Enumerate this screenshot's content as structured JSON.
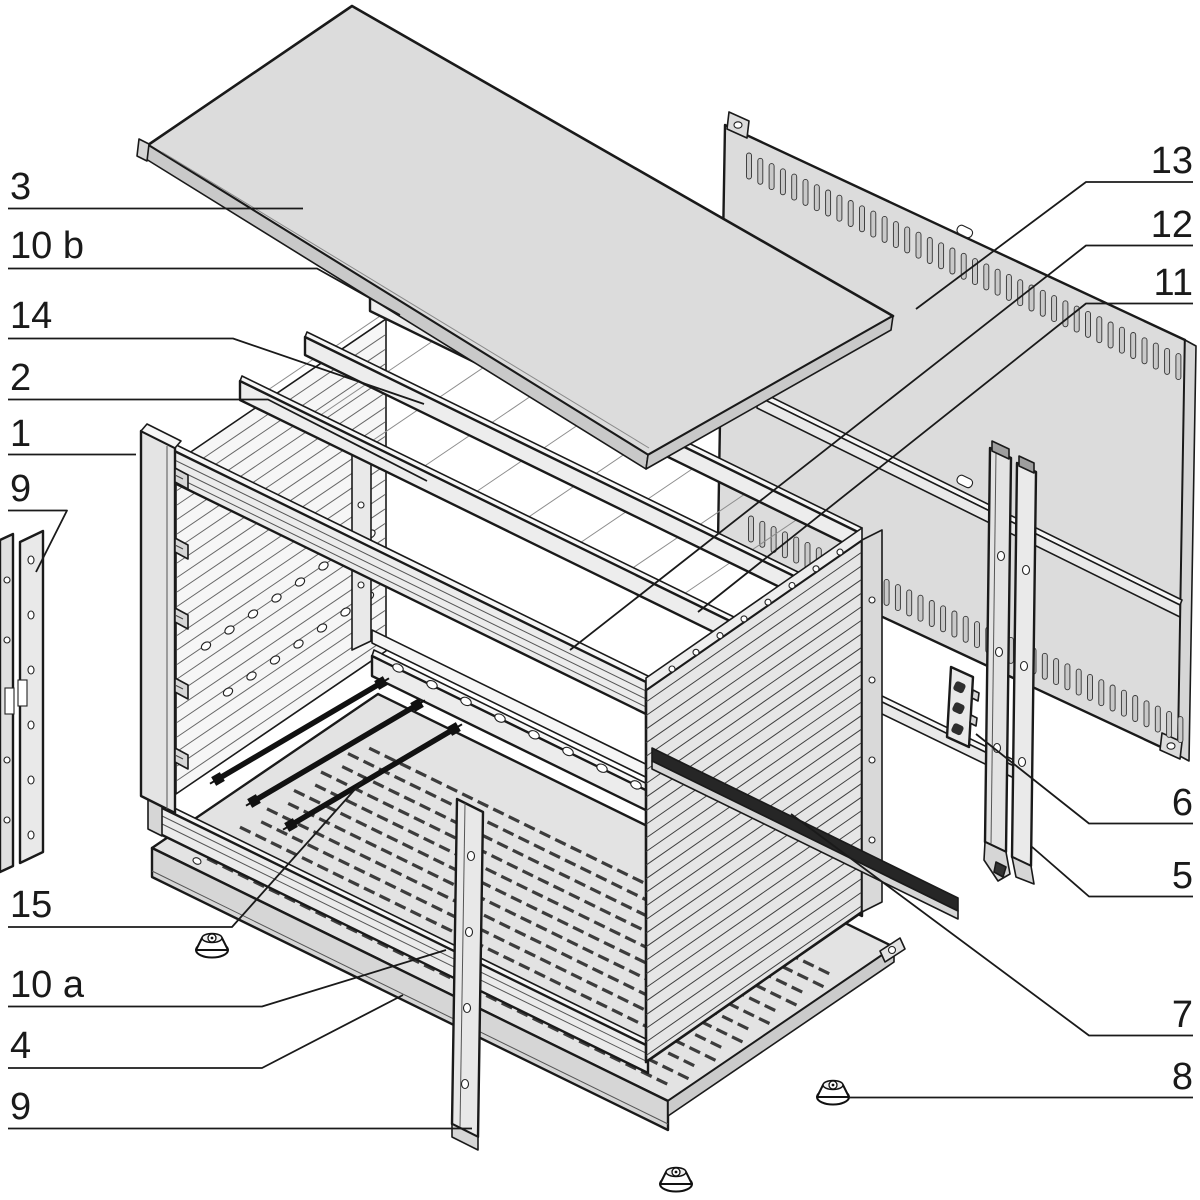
{
  "diagram": {
    "type": "exploded-parts-diagram",
    "colors": {
      "background": "#ffffff",
      "line": "#1a1a1a",
      "panel_fill": "#dcdcdc",
      "part_fill": "#e9e9e9",
      "part_fill_light": "#f6f6f6",
      "part_fill_mid": "#d6d6d6",
      "dark_fill": "#262626",
      "detail_line": "#555555"
    },
    "labels": {
      "l3": "3",
      "l10b": "10 b",
      "l14": "14",
      "l2": "2",
      "l1": "1",
      "l9a": "9",
      "l15": "15",
      "l10a": "10 a",
      "l4": "4",
      "l9b": "9",
      "r13": "13",
      "r12": "12",
      "r11": "11",
      "r6": "6",
      "r5": "5",
      "r7": "7",
      "r8": "8"
    }
  }
}
